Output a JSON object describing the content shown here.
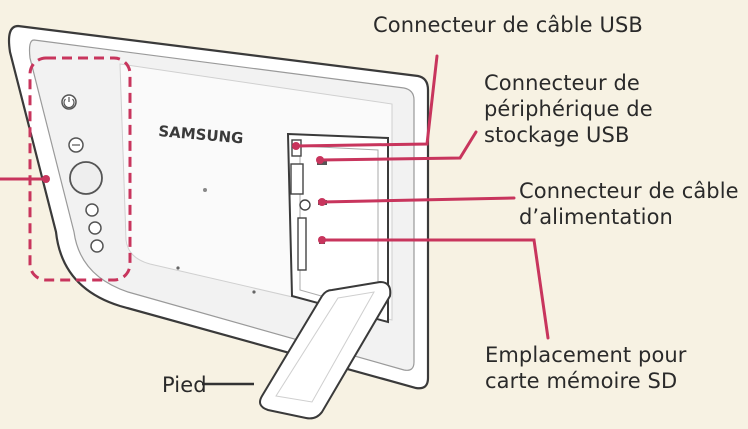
{
  "brand": "SAMSUNG",
  "colors": {
    "background": "#f7f2e3",
    "callout": "#c8355d",
    "frame_outline": "#3a3a3a",
    "text": "#2a2a2a"
  },
  "labels": {
    "usb_cable_connector": "Connecteur de câble USB",
    "usb_storage_connector": "Connecteur de\npériphérique de\nstockage USB",
    "power_connector": "Connecteur de câble\nd’alimentation",
    "sd_card_slot": "Emplacement pour\ncarte mémoire SD",
    "stand": "Pied"
  },
  "side_buttons": [
    {
      "name": "power-button-icon"
    },
    {
      "name": "menu-button-icon"
    },
    {
      "name": "navigation-pad-icon"
    },
    {
      "name": "back-button-icon"
    },
    {
      "name": "play-button-icon"
    },
    {
      "name": "settings-button-icon"
    }
  ]
}
